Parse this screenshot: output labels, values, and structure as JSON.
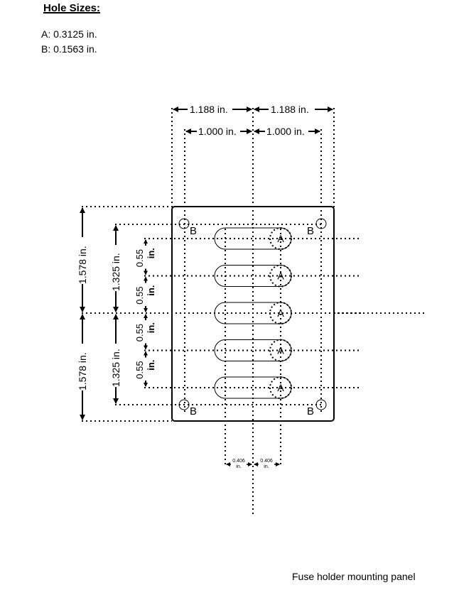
{
  "legend": {
    "title": "Hole Sizes:",
    "items": [
      {
        "label": "A: 0.3125 in."
      },
      {
        "label": "B: 0.1563 in."
      }
    ]
  },
  "caption": "Fuse holder mounting panel",
  "dimensions": {
    "horizontal_outer": [
      "1.188 in.",
      "1.188 in."
    ],
    "horizontal_inner": [
      "1.000 in.",
      "1.000 in."
    ],
    "vertical_outer": [
      "1.578 in.",
      "1.578 in."
    ],
    "vertical_inner": [
      "1.325 in.",
      "1.325 in."
    ],
    "slot_pitch": [
      "0.55",
      "0.55",
      "0.55",
      "0.55"
    ],
    "slot_pitch_unit": "in.",
    "bottom_small": [
      "0.406",
      "0.406"
    ],
    "bottom_small_unit": "in."
  },
  "hole_labels": {
    "slot_hole": "A",
    "corner_hole": "B"
  },
  "slot_count": 5
}
